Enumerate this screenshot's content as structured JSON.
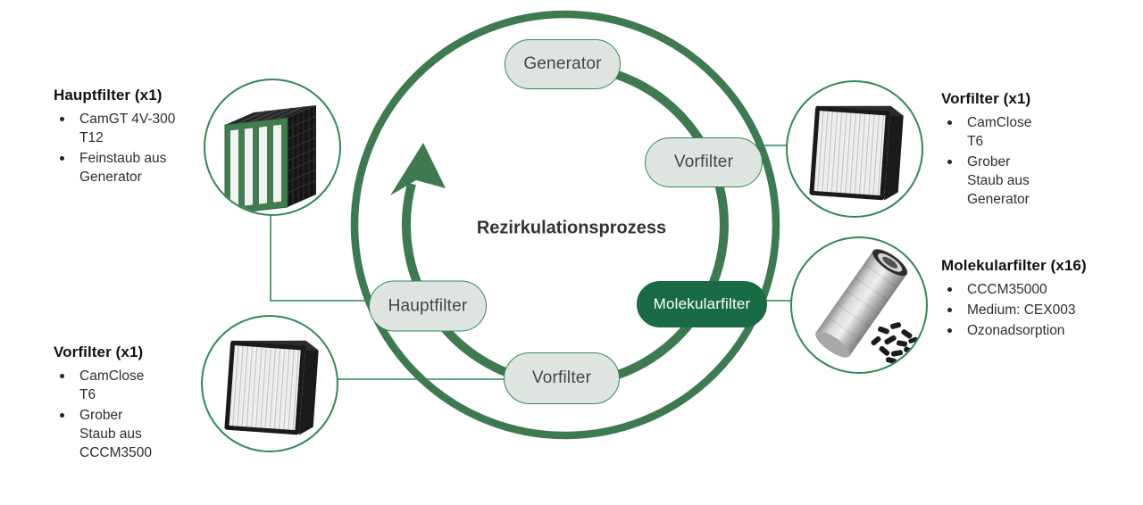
{
  "diagram": {
    "center_title": "Rezirkulationsprozess",
    "nodes": {
      "generator": {
        "label": "Generator"
      },
      "vorfilter_top": {
        "label": "Vorfilter"
      },
      "molekularfilter": {
        "label": "Molekularfilter"
      },
      "vorfilter_bottom": {
        "label": "Vorfilter"
      },
      "hauptfilter": {
        "label": "Hauptfilter"
      }
    },
    "flow_direction": "clockwise"
  },
  "callouts": {
    "hauptfilter": {
      "heading": "Hauptfilter (x1)",
      "items": [
        "CamGT 4V-300 T12",
        "Feinstaub aus Generator"
      ]
    },
    "vorfilter_top": {
      "heading": "Vorfilter (x1)",
      "items": [
        "CamClose T6",
        "Grober Staub aus Generator"
      ]
    },
    "molekularfilter": {
      "heading": "Molekularfilter (x16)",
      "items": [
        "CCCM35000",
        "Medium: CEX003",
        "Ozonadsorption"
      ]
    },
    "vorfilter_bottom": {
      "heading": "Vorfilter (x1)",
      "items": [
        "CamClose T6",
        "Grober Staub aus CCCM3500"
      ]
    }
  },
  "images": {
    "hauptfilter": "v-bank-compact-filter-photo",
    "vorfilter_top": "pleated-panel-filter-photo",
    "vorfilter_bottom": "pleated-panel-filter-photo",
    "molekularfilter": "molecular-filter-cartridge-with-carbon-pellets-photo"
  },
  "colors": {
    "ring_green": "#3d7a50",
    "connector_green": "#2f8a57",
    "node_fill": "#dee5e0",
    "node_border": "#2f8a57",
    "node_dark_fill": "#186b45",
    "text_dark": "#333333"
  }
}
